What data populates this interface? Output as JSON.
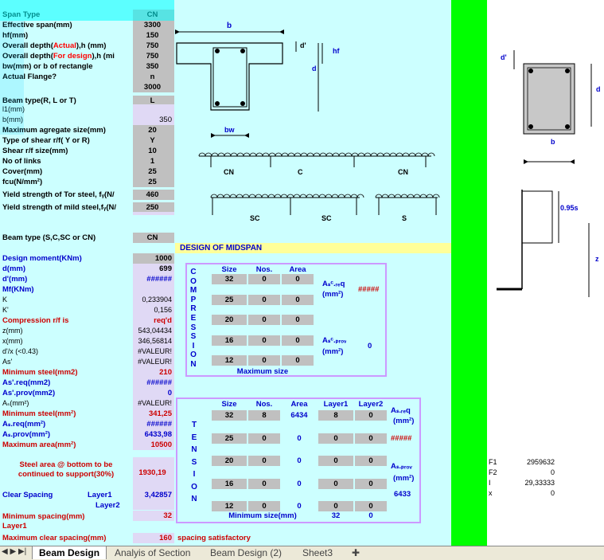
{
  "inputs": [
    {
      "label": "Span Type",
      "value": "CN",
      "color": "black"
    },
    {
      "label": "Effective span(mm)",
      "value": "3300",
      "color": "black"
    },
    {
      "label": "hf(mm)",
      "value": "150",
      "color": "black"
    },
    {
      "label": "Overall depth(",
      "label_red": "Actual",
      "label_tail": "),h (mm)",
      "value": "750",
      "color": "black"
    },
    {
      "label": "Overall depth(",
      "label_red": "For design",
      "label_tail": "),h (mi",
      "value": "750",
      "color": "black"
    },
    {
      "label": "bw(mm) or b of rectangle",
      "value": "350",
      "color": "black"
    },
    {
      "label": "Actual Flange?",
      "value": "n",
      "color": "black"
    },
    {
      "label": "",
      "value": "3000",
      "color": "black"
    },
    {
      "label": "Beam type(R, L or T)",
      "value": "L",
      "color": "black"
    }
  ],
  "extra_inputs": [
    {
      "label": "l1(mm)",
      "value": ""
    },
    {
      "label": "b(mm)",
      "value": "350"
    }
  ],
  "inputs2": [
    {
      "label": "Maximum agregate size(mm)",
      "value": "20"
    },
    {
      "label": "Type of shear r/f( Y or R)",
      "value": "Y"
    },
    {
      "label": "Shear r/f size(mm)",
      "value": "10"
    },
    {
      "label": "No of links",
      "value": "1"
    },
    {
      "label": "Cover(mm)",
      "value": "25"
    },
    {
      "label": "fcu(N/mm²)",
      "value": "25"
    },
    {
      "label": "Yield strength of Tor steel, fᵧ(N/",
      "value": "460"
    },
    {
      "label": "Yield strength of mild steel,fᵧ(N/",
      "value": "250"
    }
  ],
  "beam_type_row": {
    "label": "Beam type (S,C,SC or CN)",
    "value": "CN"
  },
  "section_title": "DESIGN OF MIDSPAN",
  "design_rows": [
    {
      "label": "Design moment(KNm)",
      "value": "1000",
      "lcolor": "blue",
      "bold": true,
      "vbg": "gray"
    },
    {
      "label": "d(mm)",
      "value": "699",
      "lcolor": "blue",
      "bold": true,
      "vbg": "lav"
    },
    {
      "label": "d'(mm)",
      "value": "######",
      "lcolor": "blue",
      "bold": true,
      "vbg": "lav",
      "vcolor": "blue"
    },
    {
      "label": "Mf(KNm)",
      "value": "",
      "lcolor": "blue",
      "bold": true,
      "vbg": "lav"
    },
    {
      "label": "K",
      "value": "0,233904",
      "lcolor": "black",
      "bold": false,
      "vbg": "lav"
    },
    {
      "label": "K'",
      "value": "0,156",
      "lcolor": "black",
      "bold": false,
      "vbg": "lav"
    },
    {
      "label": "Compression r/f is",
      "value": "req'd",
      "lcolor": "red",
      "bold": true,
      "vbg": "lav",
      "vcolor": "red"
    },
    {
      "label": "z(mm)",
      "value": "543,04434",
      "lcolor": "black",
      "bold": false,
      "vbg": "lav"
    },
    {
      "label": "x(mm)",
      "value": "346,56814",
      "lcolor": "black",
      "bold": false,
      "vbg": "lav"
    },
    {
      "label": "d'/x (<0.43)",
      "value": "#VALEUR!",
      "lcolor": "black",
      "bold": false,
      "vbg": "lav"
    },
    {
      "label": "As'",
      "value": "#VALEUR!",
      "lcolor": "black",
      "bold": false,
      "vbg": "lav"
    },
    {
      "label": "Minimum steel(mm2)",
      "value": "210",
      "lcolor": "red",
      "bold": true,
      "vbg": "lav",
      "vcolor": "red"
    },
    {
      "label": "As'.req(mm2)",
      "value": "######",
      "lcolor": "blue",
      "bold": true,
      "vbg": "lav",
      "vcolor": "blue"
    },
    {
      "label": "As'.prov(mm2)",
      "value": "0",
      "lcolor": "blue",
      "bold": true,
      "vbg": "lav",
      "vcolor": "blue"
    },
    {
      "label": "Aₛ(mm²)",
      "value": "#VALEUR!",
      "lcolor": "black",
      "bold": false,
      "vbg": "lav"
    },
    {
      "label": "Minimum steel(mm²)",
      "value": "341,25",
      "lcolor": "red",
      "bold": true,
      "vbg": "lav",
      "vcolor": "red"
    },
    {
      "label": "Aₛ.req(mm²)",
      "value": "######",
      "lcolor": "blue",
      "bold": true,
      "vbg": "lav",
      "vcolor": "blue"
    },
    {
      "label": "Aₛ.prov(mm²)",
      "value": "6433,98",
      "lcolor": "blue",
      "bold": true,
      "vbg": "lav",
      "vcolor": "blue"
    },
    {
      "label": "Maximum area(mm²)",
      "value": "10500",
      "lcolor": "red",
      "bold": true,
      "vbg": "lav",
      "vcolor": "red"
    }
  ],
  "steel_bottom": {
    "label1": "Steel area @ bottom to be",
    "label2": "continued to support(30%)",
    "value": "1930,19"
  },
  "clear_spacing": {
    "label": "Clear Spacing",
    "layer1": "Layer1",
    "layer2": "Layer2",
    "value": "3,42857"
  },
  "min_spacing": {
    "label": "Minimum spacing(mm)",
    "value": "32",
    "sub": "Layer1"
  },
  "max_spacing": {
    "label": "Maximum clear spacing(mm)",
    "value": "160",
    "note": "spacing satisfactory"
  },
  "compression": {
    "letters": [
      "C",
      "O",
      "M",
      "P",
      "R",
      "E",
      "S",
      "S",
      "I",
      "O",
      "N"
    ],
    "headers": [
      "Size",
      "Nos.",
      "Area"
    ],
    "rows": [
      [
        "32",
        "0",
        "0"
      ],
      [
        "25",
        "0",
        "0"
      ],
      [
        "20",
        "0",
        "0"
      ],
      [
        "16",
        "0",
        "0"
      ],
      [
        "12",
        "0",
        "0"
      ]
    ],
    "footer": "Maximum size",
    "asc_label": "Aₛᶜ.ᵣₑq",
    "asc_unit": "(mm²)",
    "asc_value": "#####",
    "ascp_label": "Aₛᶜ.ₚᵣₒᵥ",
    "ascp_unit": "(mm²)",
    "ascp_value": "0"
  },
  "tension": {
    "letters": [
      "T",
      "E",
      "N",
      "S",
      "I",
      "O",
      "N"
    ],
    "headers": [
      "Size",
      "Nos.",
      "Area",
      "Layer1",
      "Layer2"
    ],
    "rows": [
      [
        "32",
        "8",
        "6434",
        "8",
        "0"
      ],
      [
        "25",
        "0",
        "0",
        "0",
        "0"
      ],
      [
        "20",
        "0",
        "0",
        "0",
        "0"
      ],
      [
        "16",
        "0",
        "0",
        "0",
        "0"
      ],
      [
        "12",
        "0",
        "0",
        "0",
        "0"
      ]
    ],
    "footer": "Minimum size(mm)",
    "footer_vals": [
      "32",
      "0"
    ],
    "as_label": "Aₛ.ᵣₑq",
    "as_unit": "(mm²)",
    "as_value": "#####",
    "asp_label": "Aₛ.ₚᵣₒᵥ",
    "asp_unit": "(mm²)",
    "asp_value": "6433"
  },
  "diagram_labels": {
    "b": "b",
    "dprime": "d'",
    "hf": "hf",
    "d": "d",
    "bw": "bw",
    "cn1": "CN",
    "c": "C",
    "cn2": "CN",
    "sc1": "SC",
    "sc2": "SC",
    "s": "S",
    "rb": "b",
    "rd": "d",
    "rdprime": "d'",
    "z95": "0.95s",
    "z": "z"
  },
  "right_values": [
    {
      "label": "F1",
      "value": "2959632"
    },
    {
      "label": "F2",
      "value": "0"
    },
    {
      "label": "I",
      "value": "29,33333"
    },
    {
      "label": "x",
      "value": "0"
    }
  ],
  "tabs": [
    "Beam Design",
    "Analyis of Section",
    "Beam Design (2)",
    "Sheet3"
  ]
}
